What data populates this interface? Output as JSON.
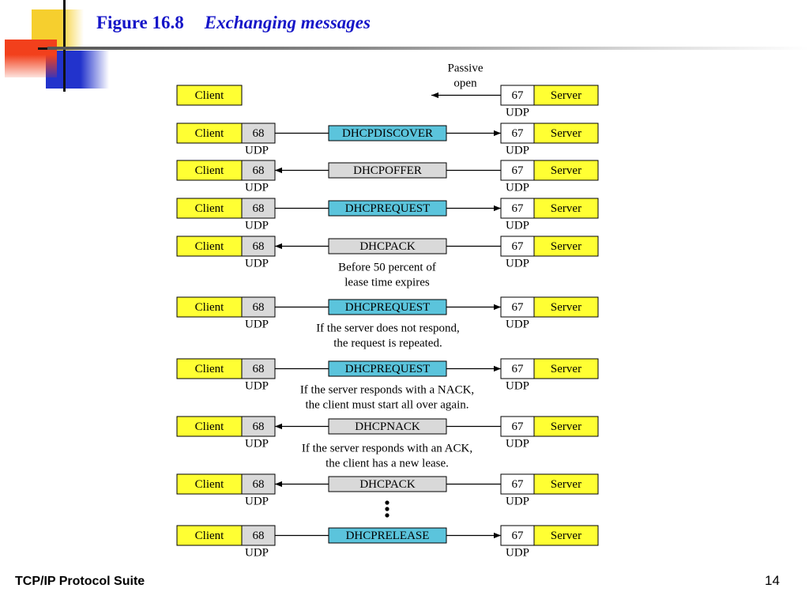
{
  "slide": {
    "figure_label": "Figure 16.8",
    "title": "Exchanging messages",
    "footer": "TCP/IP Protocol Suite",
    "page_number": "14"
  },
  "colors": {
    "title": "#1515c8",
    "client_server_box": "#ffff33",
    "highlight_message": "#5bc4dc",
    "plain_message": "#d9d9d9",
    "deco_yellow": "#f6cf2e",
    "deco_red": "#f2401c",
    "deco_blue": "#2233cc"
  },
  "diagram": {
    "client_label": "Client",
    "server_label": "Server",
    "client_port": "68",
    "server_port": "67",
    "protocol": "UDP",
    "passive_open": [
      "Passive",
      "open"
    ],
    "rows": [
      {
        "message": "DHCPDISCOVER",
        "direction": "to-server",
        "highlight": true
      },
      {
        "message": "DHCPOFFER",
        "direction": "to-client",
        "highlight": false
      },
      {
        "message": "DHCPREQUEST",
        "direction": "to-server",
        "highlight": true
      },
      {
        "message": "DHCPACK",
        "direction": "to-client",
        "highlight": false
      },
      {
        "message": "DHCPREQUEST",
        "direction": "to-server",
        "highlight": true
      },
      {
        "message": "DHCPREQUEST",
        "direction": "to-server",
        "highlight": true
      },
      {
        "message": "DHCPNACK",
        "direction": "to-client",
        "highlight": false
      },
      {
        "message": "DHCPACK",
        "direction": "to-client",
        "highlight": false
      },
      {
        "message": "DHCPRELEASE",
        "direction": "to-server",
        "highlight": true
      }
    ],
    "notes": [
      [
        "Before 50 percent of",
        "lease time expires"
      ],
      [
        "If the server does not respond,",
        "the request is repeated."
      ],
      [
        "If the server responds with a NACK,",
        "the client must start all over again."
      ],
      [
        "If the server responds with an ACK,",
        "the client has a new lease."
      ]
    ],
    "continuation_icon": "vertical-ellipsis"
  }
}
